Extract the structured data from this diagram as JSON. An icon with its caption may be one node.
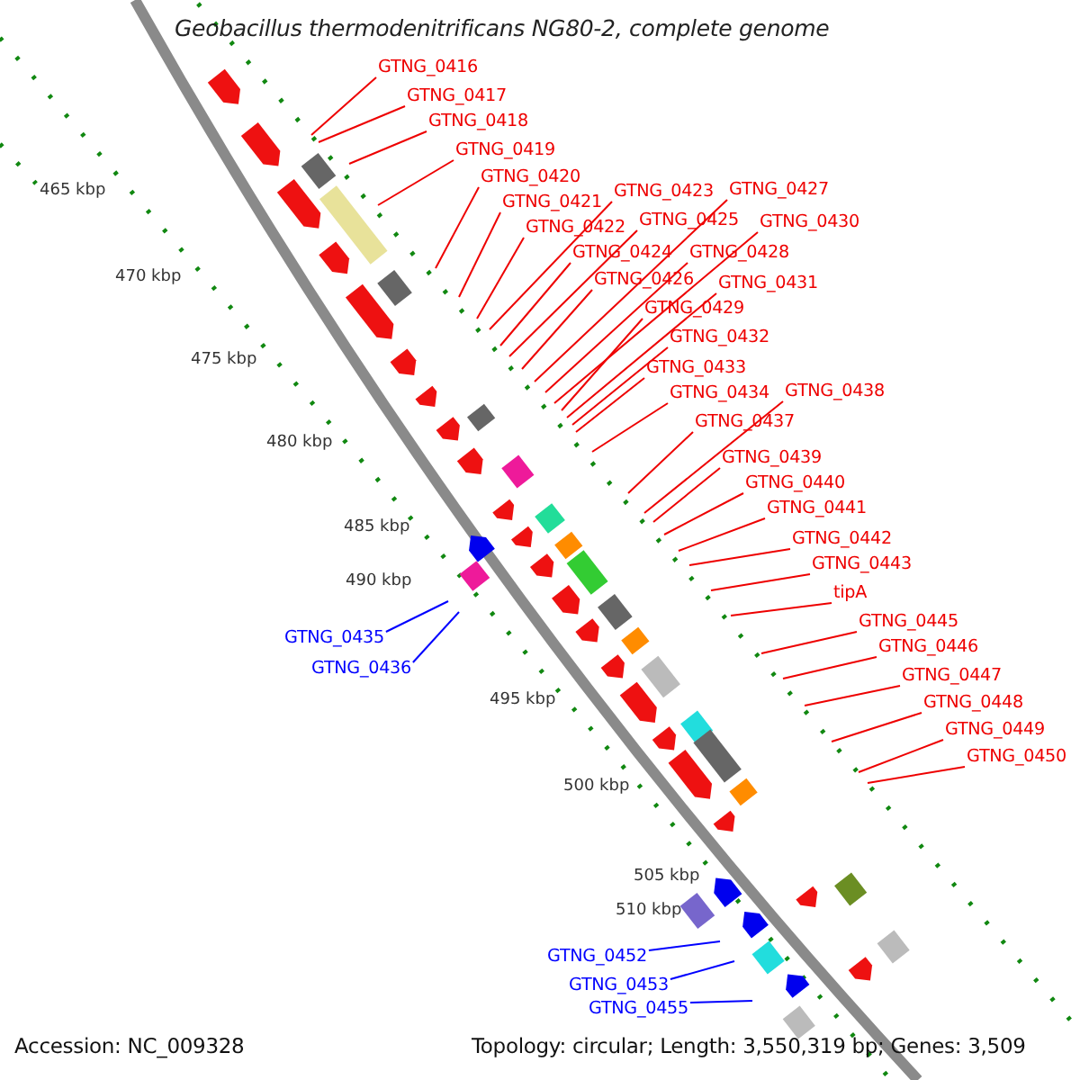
{
  "diagram": {
    "title": "Geobacillus thermodenitrificans NG80-2, complete genome",
    "nodes": [
      {
        "text": [
          "GTNG_0416"
        ]
      },
      {
        "text": [
          "GTNG_0417"
        ]
      },
      {
        "text": [
          "GTNG_0418"
        ]
      },
      {
        "text": [
          "GTNG_0419"
        ]
      },
      {
        "text": [
          "GTNG_0420"
        ]
      },
      {
        "text": [
          "GTNG_0421"
        ]
      },
      {
        "text": [
          "GTNG_0422"
        ]
      },
      {
        "text": [
          "GTNG_0423"
        ]
      },
      {
        "text": [
          "GTNG_0424"
        ]
      },
      {
        "text": [
          "GTNG_0425"
        ]
      },
      {
        "text": [
          "GTNG_0426"
        ]
      },
      {
        "text": [
          "GTNG_0427"
        ]
      },
      {
        "text": [
          "GTNG_0428"
        ]
      },
      {
        "text": [
          "GTNG_0429"
        ]
      },
      {
        "text": [
          "GTNG_0430"
        ]
      },
      {
        "text": [
          "GTNG_0431"
        ]
      },
      {
        "text": [
          "GTNG_0432"
        ]
      },
      {
        "text": [
          "GTNG_0433"
        ]
      },
      {
        "text": [
          "GTNG_0434"
        ]
      },
      {
        "text": [
          "GTNG_0435"
        ]
      },
      {
        "text": [
          "GTNG_0436"
        ]
      },
      {
        "text": [
          "GTNG_0437"
        ]
      },
      {
        "text": [
          "GTNG_0438"
        ]
      },
      {
        "text": [
          "GTNG_0439"
        ]
      },
      {
        "text": [
          "GTNG_0440"
        ]
      },
      {
        "text": [
          "GTNG_0441"
        ]
      },
      {
        "text": [
          "GTNG_0442"
        ]
      },
      {
        "text": [
          "GTNG_0443"
        ]
      },
      {
        "text": [
          "tipA"
        ]
      },
      {
        "text": [
          "GTNG_0445"
        ]
      },
      {
        "text": [
          "GTNG_0446"
        ]
      },
      {
        "text": [
          "GTNG_0447"
        ]
      },
      {
        "text": [
          "GTNG_0448"
        ]
      },
      {
        "text": [
          "GTNG_0449"
        ]
      },
      {
        "text": [
          "GTNG_0450"
        ]
      },
      {
        "text": [
          "GTNG_0452"
        ]
      },
      {
        "text": [
          "GTNG_0453"
        ]
      },
      {
        "text": [
          "GTNG_0455"
        ]
      }
    ],
    "edges": [
      {
        "from": 0,
        "to": null,
        "arrow": "none"
      },
      {
        "from": 1,
        "to": null,
        "arrow": "none"
      },
      {
        "from": 2,
        "to": null,
        "arrow": "none"
      },
      {
        "from": 3,
        "to": null,
        "arrow": "none"
      },
      {
        "from": 4,
        "to": null,
        "arrow": "none"
      },
      {
        "from": 5,
        "to": null,
        "arrow": "none"
      },
      {
        "from": 6,
        "to": null,
        "arrow": "none"
      },
      {
        "from": 7,
        "to": null,
        "arrow": "none"
      },
      {
        "from": 8,
        "to": null,
        "arrow": "none"
      },
      {
        "from": 9,
        "to": null,
        "arrow": "none"
      },
      {
        "from": 10,
        "to": null,
        "arrow": "none"
      },
      {
        "from": 11,
        "to": null,
        "arrow": "none"
      },
      {
        "from": 12,
        "to": null,
        "arrow": "none"
      },
      {
        "from": 13,
        "to": null,
        "arrow": "none"
      },
      {
        "from": 14,
        "to": null,
        "arrow": "none"
      },
      {
        "from": 15,
        "to": null,
        "arrow": "none"
      },
      {
        "from": 16,
        "to": null,
        "arrow": "none"
      },
      {
        "from": 17,
        "to": null,
        "arrow": "none"
      },
      {
        "from": 18,
        "to": null,
        "arrow": "none"
      },
      {
        "from": 19,
        "to": null,
        "arrow": "none",
        "color": "#0000ff"
      },
      {
        "from": 20,
        "to": null,
        "arrow": "none",
        "color": "#0000ff"
      },
      {
        "from": 21,
        "to": null,
        "arrow": "none"
      },
      {
        "from": 22,
        "to": null,
        "arrow": "none"
      },
      {
        "from": 23,
        "to": null,
        "arrow": "none"
      },
      {
        "from": 24,
        "to": null,
        "arrow": "none"
      },
      {
        "from": 25,
        "to": null,
        "arrow": "none"
      },
      {
        "from": 26,
        "to": null,
        "arrow": "none"
      },
      {
        "from": 27,
        "to": null,
        "arrow": "none"
      },
      {
        "from": 28,
        "to": null,
        "arrow": "none"
      },
      {
        "from": 29,
        "to": null,
        "arrow": "none"
      },
      {
        "from": 30,
        "to": null,
        "arrow": "none"
      },
      {
        "from": 31,
        "to": null,
        "arrow": "none"
      },
      {
        "from": 32,
        "to": null,
        "arrow": "none"
      },
      {
        "from": 33,
        "to": null,
        "arrow": "none"
      },
      {
        "from": 34,
        "to": null,
        "arrow": "none"
      },
      {
        "from": 35,
        "to": null,
        "arrow": "none",
        "color": "#0000ff"
      },
      {
        "from": 36,
        "to": null,
        "arrow": "none",
        "color": "#0000ff"
      },
      {
        "from": 37,
        "to": null,
        "arrow": "none",
        "color": "#0000ff"
      }
    ],
    "labels": [
      "465 kbp",
      "470 kbp",
      "475 kbp",
      "480 kbp",
      "485 kbp",
      "490 kbp",
      "495 kbp",
      "500 kbp",
      "505 kbp",
      "510 kbp",
      "Accession: NC_009328",
      "Topology: circular; Length: 3,550,319 bp; Genes: 3,509"
    ]
  }
}
